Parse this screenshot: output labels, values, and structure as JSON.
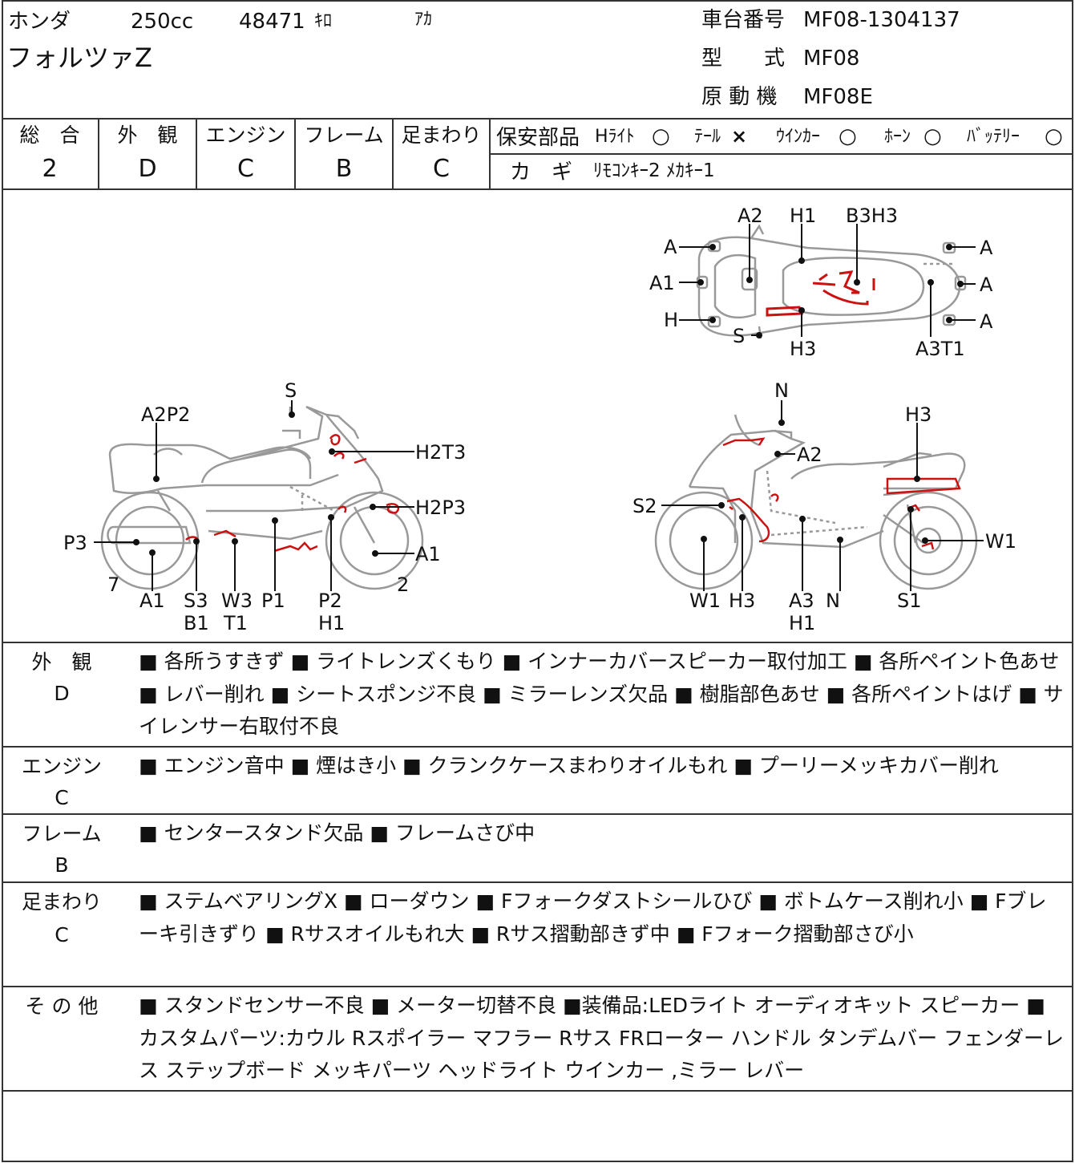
{
  "header": {
    "maker": "ホンダ",
    "cc": "250cc",
    "mileage": "48471",
    "mileage_unit": "ｷﾛ",
    "color": "ｱｶ",
    "model_name": "フォルツァZ",
    "frame_no_label": "車台番号",
    "frame_no": "MF08-1304137",
    "type_label": "型　　式",
    "type": "MF08",
    "engine_label": "原 動 機",
    "engine": "MF08E"
  },
  "grades": [
    {
      "label": "総　合",
      "value": "2"
    },
    {
      "label": "外　観",
      "value": "D"
    },
    {
      "label": "エンジン",
      "value": "C"
    },
    {
      "label": "フレーム",
      "value": "B"
    },
    {
      "label": "足まわり",
      "value": "C"
    }
  ],
  "safety": {
    "label": "保安部品",
    "items": [
      {
        "name": "Hﾗｲﾄ",
        "mark": "○"
      },
      {
        "name": "ﾃｰﾙ",
        "mark": "×"
      },
      {
        "name": "ｳｲﾝｶｰ",
        "mark": "○"
      },
      {
        "name": "ﾎｰﾝ",
        "mark": "○"
      },
      {
        "name": "ﾊﾞｯﾃﾘｰ",
        "mark": "○"
      }
    ],
    "key_label": "カ　ギ",
    "key_value": "ﾘﾓｺﾝｷｰ2 ﾒｶｷｰ1"
  },
  "diagram": {
    "top": {
      "labels": [
        "A2",
        "H1",
        "B3H3",
        "A",
        "A1",
        "H",
        "S",
        "H3",
        "A3T1",
        "A",
        "A",
        "A"
      ]
    },
    "left": {
      "labels": [
        "S",
        "A2P2",
        "H2T3",
        "H2P3",
        "P3",
        "A1",
        "7",
        "A1",
        "S3",
        "B1",
        "W3",
        "T1",
        "P1",
        "P2",
        "H1",
        "2"
      ]
    },
    "right": {
      "labels": [
        "N",
        "H3",
        "A2",
        "S2",
        "W1",
        "W1",
        "H3",
        "A3",
        "H1",
        "N",
        "S1"
      ]
    }
  },
  "sections": [
    {
      "label": "外　観",
      "grade": "D",
      "text": "■ 各所うすきず ■ ライトレンズくもり ■ インナーカバースピーカー取付加工 ■ 各所ペイント色あせ ■ レバー削れ ■ シートスポンジ不良 ■ ミラーレンズ欠品 ■ 樹脂部色あせ ■ 各所ペイントはげ ■ サイレンサー右取付不良"
    },
    {
      "label": "エンジン",
      "grade": "C",
      "text": "■ エンジン音中 ■ 煙はき小 ■ クランクケースまわりオイルもれ ■ プーリーメッキカバー削れ"
    },
    {
      "label": "フレーム",
      "grade": "B",
      "text": "■ センタースタンド欠品 ■ フレームさび中"
    },
    {
      "label": "足まわり",
      "grade": "C",
      "text": "■ ステムベアリングX ■ ローダウン ■ Fフォークダストシールひび ■ ボトムケース削れ小 ■ Fブレーキ引きずり ■ Rサスオイルもれ大 ■ Rサス摺動部きず中 ■ Fフォーク摺動部さび小"
    },
    {
      "label": "そ の 他",
      "grade": "",
      "text": "■ スタンドセンサー不良 ■ メーター切替不良 ■装備品:LEDライト オーディオキット スピーカー ■カスタムパーツ:カウル Rスポイラー マフラー Rサス FRローター ハンドル タンデムバー フェンダーレス ステップボード メッキパーツ ヘッドライト ウインカー ,ミラー レバー"
    }
  ],
  "colors": {
    "line": "#333333",
    "damage": "#cc1111",
    "sketch": "#999999"
  }
}
